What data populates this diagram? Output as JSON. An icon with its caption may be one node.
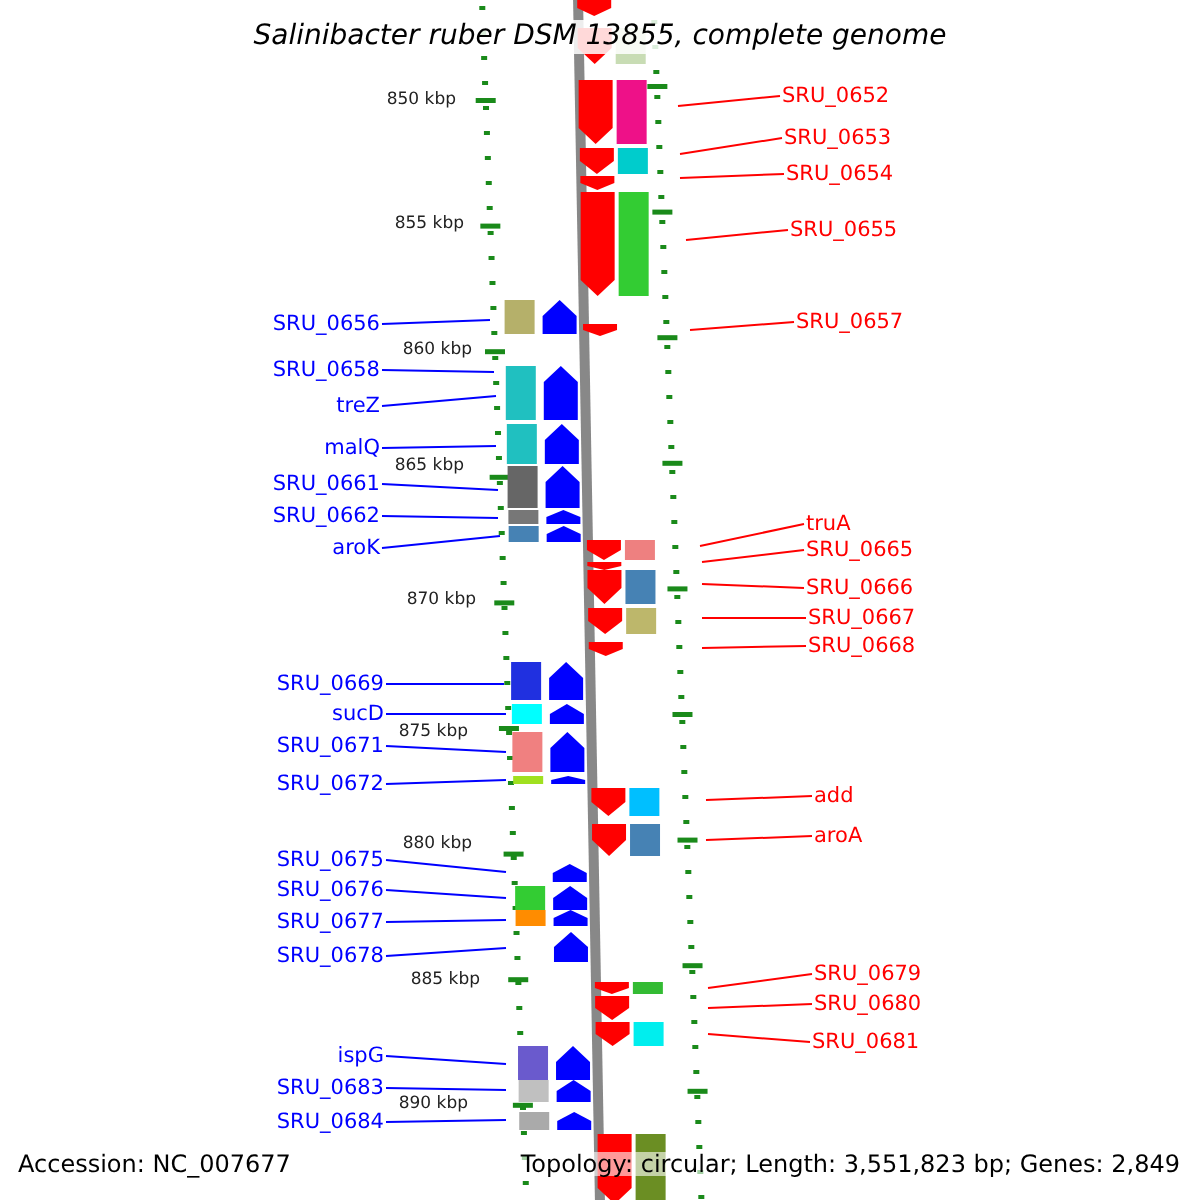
{
  "diagram": {
    "title": "Salinibacter ruber DSM 13855, complete genome",
    "nodes": [
      {
        "text": [
          "SRU_0656"
        ]
      },
      {
        "text": [
          "SRU_0658"
        ]
      },
      {
        "text": [
          "treZ"
        ]
      },
      {
        "text": [
          "malQ"
        ]
      },
      {
        "text": [
          "SRU_0661"
        ]
      },
      {
        "text": [
          "SRU_0662"
        ]
      },
      {
        "text": [
          "aroK"
        ]
      },
      {
        "text": [
          "SRU_0669"
        ]
      },
      {
        "text": [
          "sucD"
        ]
      },
      {
        "text": [
          "SRU_0671"
        ]
      },
      {
        "text": [
          "SRU_0672"
        ]
      },
      {
        "text": [
          "SRU_0675"
        ]
      },
      {
        "text": [
          "SRU_0676"
        ]
      },
      {
        "text": [
          "SRU_0677"
        ]
      },
      {
        "text": [
          "SRU_0678"
        ]
      },
      {
        "text": [
          "ispG"
        ]
      },
      {
        "text": [
          "SRU_0683"
        ]
      },
      {
        "text": [
          "SRU_0684"
        ]
      },
      {
        "text": [
          "SRU_0652"
        ]
      },
      {
        "text": [
          "SRU_0653"
        ]
      },
      {
        "text": [
          "SRU_0654"
        ]
      },
      {
        "text": [
          "SRU_0655"
        ]
      },
      {
        "text": [
          "SRU_0657"
        ]
      },
      {
        "text": [
          "truA"
        ]
      },
      {
        "text": [
          "SRU_0665"
        ]
      },
      {
        "text": [
          "SRU_0666"
        ]
      },
      {
        "text": [
          "SRU_0667"
        ]
      },
      {
        "text": [
          "SRU_0668"
        ]
      },
      {
        "text": [
          "add"
        ]
      },
      {
        "text": [
          "aroA"
        ]
      },
      {
        "text": [
          "SRU_0679"
        ]
      },
      {
        "text": [
          "SRU_0680"
        ]
      },
      {
        "text": [
          "SRU_0681"
        ]
      }
    ],
    "edges": [
      {
        "from": 0,
        "to": null,
        "arrow": "none"
      },
      {
        "from": 1,
        "to": null,
        "arrow": "none"
      },
      {
        "from": 2,
        "to": null,
        "arrow": "none"
      },
      {
        "from": 3,
        "to": null,
        "arrow": "none"
      },
      {
        "from": 4,
        "to": null,
        "arrow": "none"
      },
      {
        "from": 5,
        "to": null,
        "arrow": "none"
      },
      {
        "from": 6,
        "to": null,
        "arrow": "none"
      },
      {
        "from": 7,
        "to": null,
        "arrow": "none"
      },
      {
        "from": 8,
        "to": null,
        "arrow": "none"
      },
      {
        "from": 9,
        "to": null,
        "arrow": "none"
      },
      {
        "from": 10,
        "to": null,
        "arrow": "none"
      },
      {
        "from": 11,
        "to": null,
        "arrow": "none"
      },
      {
        "from": 12,
        "to": null,
        "arrow": "none"
      },
      {
        "from": 13,
        "to": null,
        "arrow": "none"
      },
      {
        "from": 14,
        "to": null,
        "arrow": "none"
      },
      {
        "from": 15,
        "to": null,
        "arrow": "none"
      },
      {
        "from": 16,
        "to": null,
        "arrow": "none"
      },
      {
        "from": 17,
        "to": null,
        "arrow": "none"
      },
      {
        "from": 18,
        "to": null,
        "arrow": "none",
        "color": "#ff0000"
      },
      {
        "from": 19,
        "to": null,
        "arrow": "none",
        "color": "#ff0000"
      },
      {
        "from": 20,
        "to": null,
        "arrow": "none",
        "color": "#ff0000"
      },
      {
        "from": 21,
        "to": null,
        "arrow": "none",
        "color": "#ff0000"
      },
      {
        "from": 22,
        "to": null,
        "arrow": "none",
        "color": "#ff0000"
      },
      {
        "from": 23,
        "to": null,
        "arrow": "none",
        "color": "#ff0000"
      },
      {
        "from": 24,
        "to": null,
        "arrow": "none",
        "color": "#ff0000"
      },
      {
        "from": 25,
        "to": null,
        "arrow": "none",
        "color": "#ff0000"
      },
      {
        "from": 26,
        "to": null,
        "arrow": "none",
        "color": "#ff0000"
      },
      {
        "from": 27,
        "to": null,
        "arrow": "none",
        "color": "#ff0000"
      },
      {
        "from": 28,
        "to": null,
        "arrow": "none",
        "color": "#ff0000"
      },
      {
        "from": 29,
        "to": null,
        "arrow": "none",
        "color": "#ff0000"
      },
      {
        "from": 30,
        "to": null,
        "arrow": "none",
        "color": "#ff0000"
      },
      {
        "from": 31,
        "to": null,
        "arrow": "none",
        "color": "#ff0000"
      },
      {
        "from": 32,
        "to": null,
        "arrow": "none",
        "color": "#ff0000"
      }
    ],
    "labels": [
      "850 kbp",
      "855 kbp",
      "860 kbp",
      "865 kbp",
      "870 kbp",
      "875 kbp",
      "880 kbp",
      "885 kbp",
      "890 kbp",
      "Accession: NC_007677",
      "Topology: circular; Length: 3,551,823 bp; Genes: 2,849"
    ]
  }
}
